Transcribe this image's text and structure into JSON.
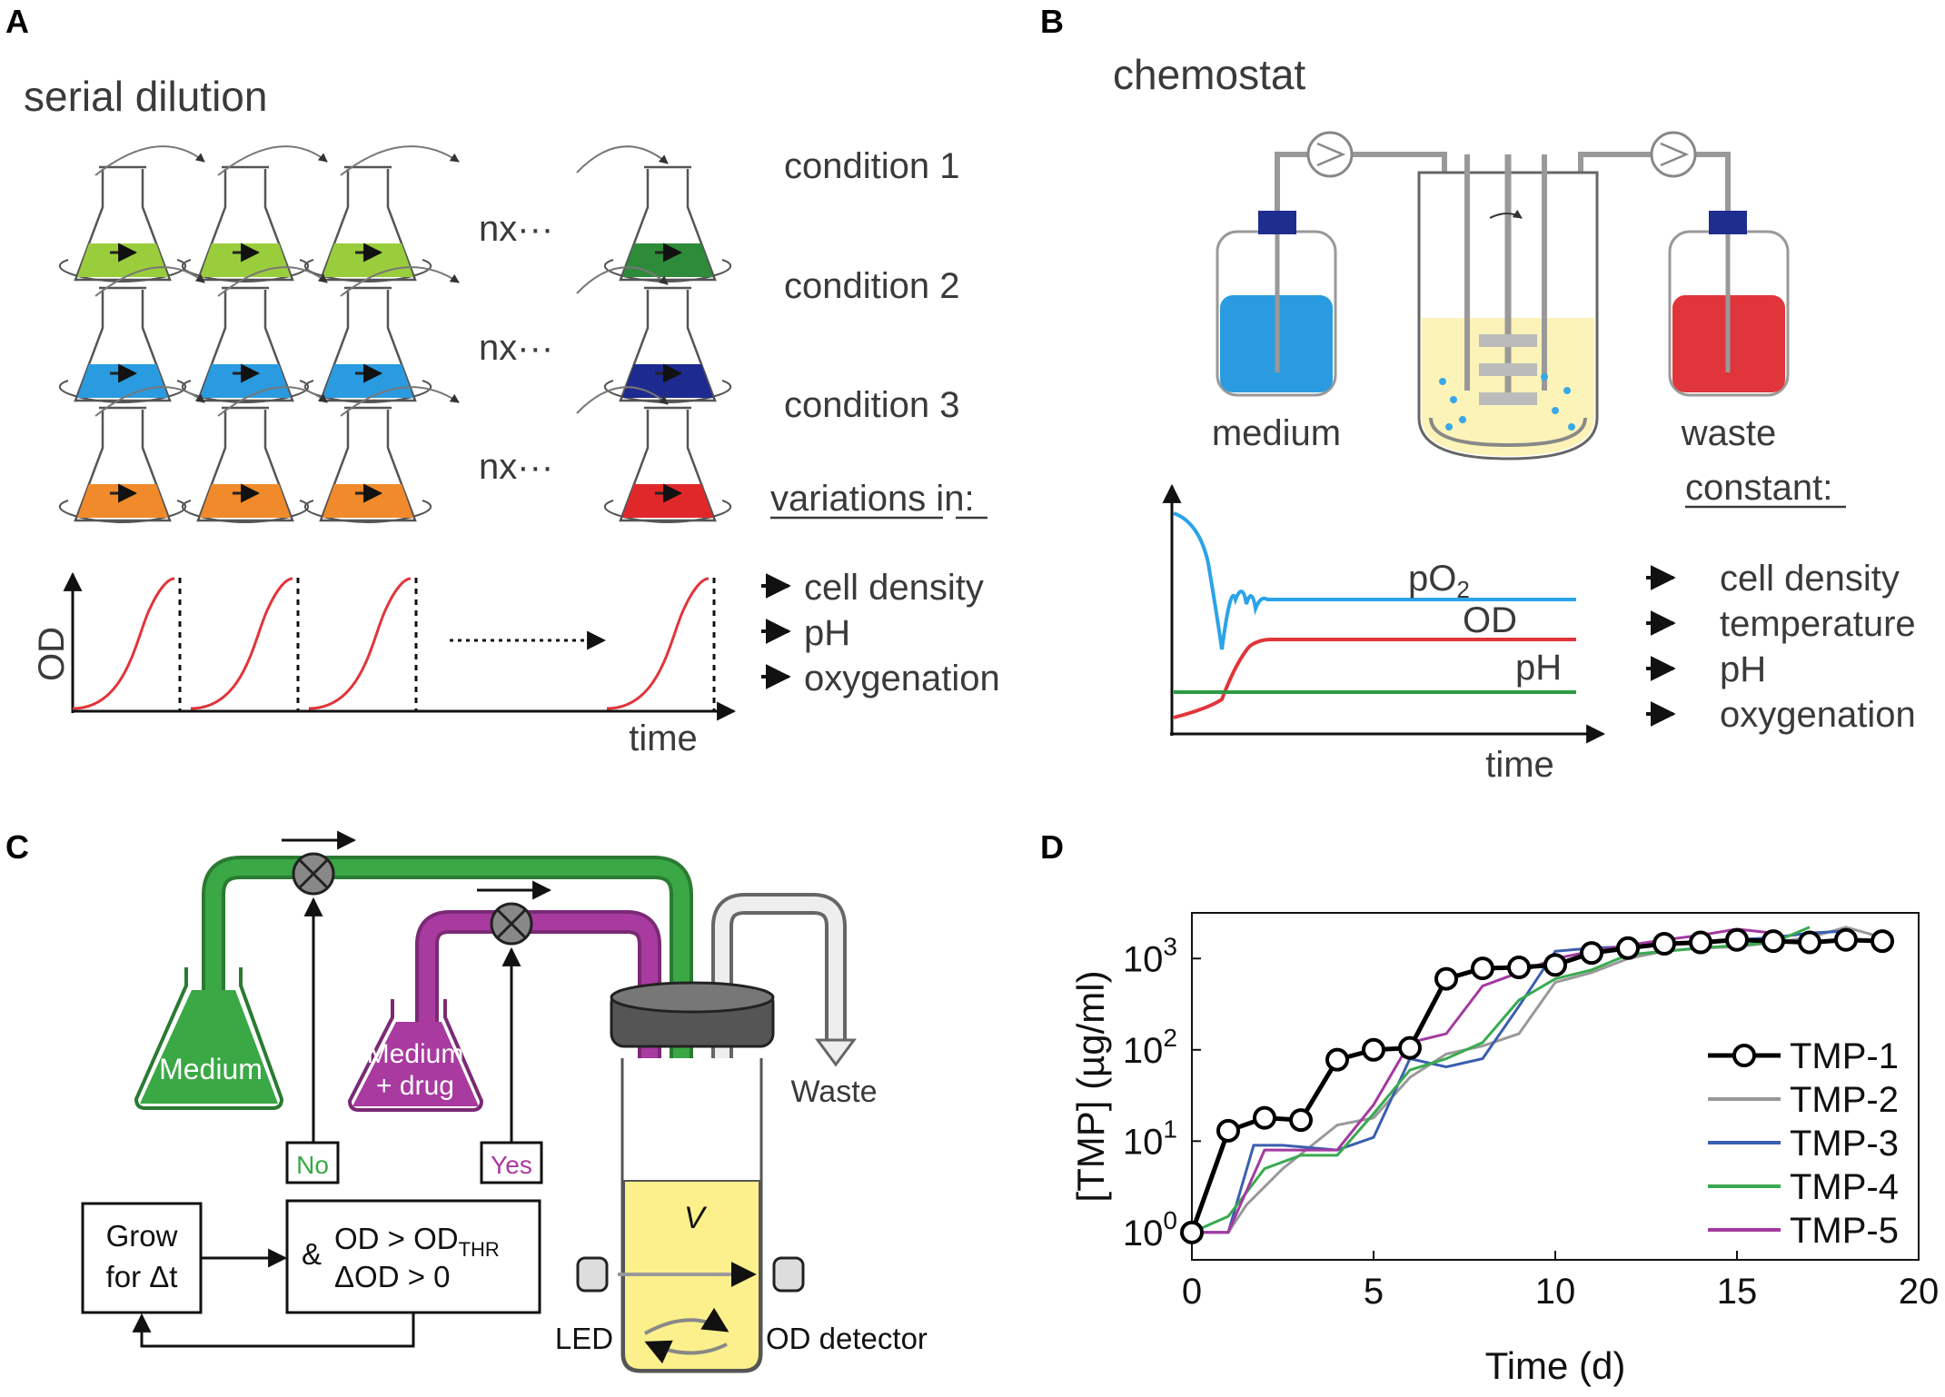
{
  "panel_letters": {
    "a": "A",
    "b": "B",
    "c": "C",
    "d": "D"
  },
  "panelA": {
    "title": "serial dilution",
    "conditions": [
      "condition 1",
      "condition 2",
      "condition 3"
    ],
    "nx": "nx···",
    "variations": "variations in:",
    "list": [
      "cell density",
      "pH",
      "oxygenation"
    ],
    "ylabel": "OD",
    "xlabel": "time",
    "flask_colors": [
      [
        "#9acd3c",
        "#9acd3c",
        "#9acd3c",
        "#2e8b3a"
      ],
      [
        "#2a9be0",
        "#2a9be0",
        "#2a9be0",
        "#1d2a8f"
      ],
      [
        "#f08a2a",
        "#f08a2a",
        "#f08a2a",
        "#e0282a"
      ]
    ]
  },
  "panelB": {
    "title": "chemostat",
    "medium": "medium",
    "waste": "waste",
    "constant": "constant:",
    "list": [
      "cell density",
      "temperature",
      "pH",
      "oxygenation"
    ],
    "curve_po2": "pO",
    "curve_po2_sub": "2",
    "curve_od": "OD",
    "curve_ph": "pH",
    "xlabel": "time",
    "colors": {
      "medium": "#2a9be0",
      "waste": "#e0353a",
      "reactor": "#fbf3b8",
      "cap": "#1f2d8f"
    }
  },
  "panelC": {
    "medium": "Medium",
    "medium_drug_1": "Medium",
    "medium_drug_2": "+ drug",
    "waste": "Waste",
    "no": "No",
    "yes": "Yes",
    "grow_1": "Grow",
    "grow_2": "for Δt",
    "cond_amp": "&",
    "cond_1": "OD > OD",
    "cond_1_sub": "THR",
    "cond_2": "ΔOD > 0",
    "vessel_v": "V",
    "led": "LED",
    "detector": "OD detector",
    "colors": {
      "green": "#3aa845",
      "magenta": "#a83aa0",
      "liquid": "#fbf08c"
    }
  },
  "chart_data": {
    "type": "line",
    "xlabel": "Time (d)",
    "ylabel": "[TMP] (µg/ml)",
    "xlim": [
      0,
      20
    ],
    "ylim_log10": [
      -0.3,
      3.5
    ],
    "yscale": "log",
    "x_ticks": [
      "0",
      "5",
      "10",
      "15",
      "20"
    ],
    "y_ticks": [
      {
        "base": "10",
        "exp": "0"
      },
      {
        "base": "10",
        "exp": "1"
      },
      {
        "base": "10",
        "exp": "2"
      },
      {
        "base": "10",
        "exp": "3"
      }
    ],
    "series": [
      {
        "name": "TMP-1",
        "color": "#000000",
        "marker": "circle",
        "x": [
          0,
          1,
          2,
          3,
          4,
          5,
          6,
          7,
          8,
          9,
          10,
          11,
          12,
          13,
          14,
          15,
          16,
          17,
          18,
          19
        ],
        "y": [
          1,
          13,
          18,
          17,
          78,
          100,
          105,
          600,
          780,
          800,
          850,
          1150,
          1300,
          1450,
          1500,
          1600,
          1550,
          1500,
          1600,
          1550
        ]
      },
      {
        "name": "TMP-2",
        "color": "#999999",
        "x": [
          0,
          1,
          1.5,
          2.5,
          4,
          5,
          6,
          7,
          8,
          9,
          10,
          11,
          12,
          13,
          14,
          15,
          16,
          17,
          18,
          19
        ],
        "y": [
          1,
          1,
          2,
          5,
          15,
          18,
          50,
          90,
          110,
          150,
          550,
          700,
          1000,
          1200,
          1300,
          1350,
          1500,
          1700,
          2200,
          1700
        ]
      },
      {
        "name": "TMP-3",
        "color": "#3a5fb0",
        "x": [
          0,
          1,
          1.7,
          2.5,
          4,
          5,
          6,
          7,
          8,
          9,
          10,
          11,
          12,
          13,
          14,
          15,
          16,
          17,
          18
        ],
        "y": [
          1,
          1,
          9,
          9,
          8,
          11,
          80,
          65,
          80,
          300,
          1200,
          1300,
          1350,
          1400,
          1500,
          1600,
          1700,
          1900,
          2000
        ]
      },
      {
        "name": "TMP-4",
        "color": "#3aaa50",
        "x": [
          0,
          1,
          2,
          3,
          4,
          5,
          6,
          7,
          8,
          9,
          10,
          11,
          12,
          13,
          14,
          15,
          16,
          17
        ],
        "y": [
          1,
          1.5,
          5,
          7,
          7,
          20,
          60,
          80,
          120,
          350,
          600,
          750,
          1100,
          1200,
          1300,
          1400,
          1500,
          2200
        ]
      },
      {
        "name": "TMP-5",
        "color": "#a33aa0",
        "x": [
          0,
          1,
          2,
          3,
          4,
          5,
          6,
          7,
          8,
          9,
          10,
          11,
          12,
          13,
          14,
          15,
          16
        ],
        "y": [
          1,
          1,
          8,
          8,
          8,
          25,
          120,
          150,
          500,
          700,
          1000,
          1200,
          1400,
          1600,
          1800,
          2100,
          1900
        ]
      }
    ],
    "legend": "bottom-right"
  }
}
